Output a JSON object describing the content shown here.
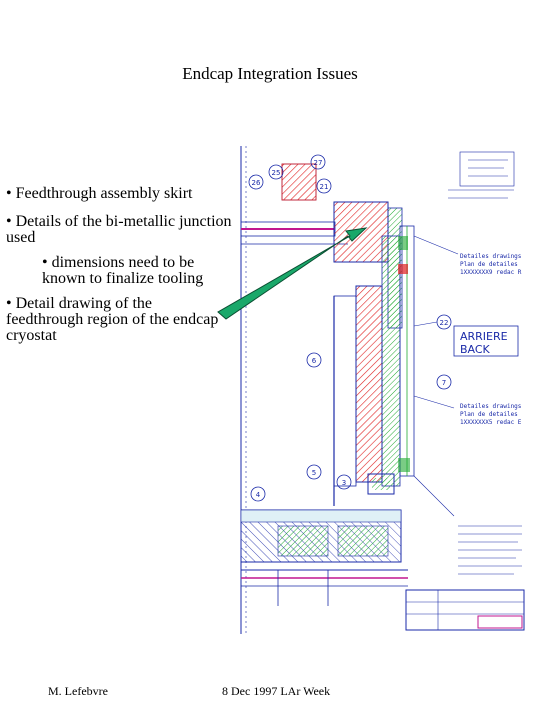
{
  "slide": {
    "title": "Endcap Integration Issues",
    "bullets": [
      "• Feedthrough assembly skirt",
      "• Details of the bi-metallic junction used",
      "• dimensions need to be known to finalize tooling",
      "• Detail drawing of the feedthrough region of the endcap cryostat"
    ],
    "footer_left": "M. Lefebvre",
    "footer_right": "8 Dec 1997 LAr Week"
  },
  "drawing": {
    "labels": {
      "arriere": "ARRIERE",
      "back": "BACK",
      "detail_a_1": "Detailes drawings",
      "detail_a_2": "Plan de detailes",
      "detail_a_3": "1XXXXXXX9 redac R",
      "detail_b_1": "Detailes drawings",
      "detail_b_2": "Plan de detailes",
      "detail_b_3": "1XXXXXXX5 redac E",
      "callouts": [
        "27",
        "26",
        "25",
        "21",
        "22",
        "7",
        "6",
        "5",
        "3",
        "4"
      ]
    }
  },
  "colors": {
    "arrow_fill": "#1aa86a",
    "hatch_red": "#e02020",
    "hatch_green": "#22aa33",
    "line_blue": "#1a2aa8",
    "magenta": "#c2168f"
  }
}
